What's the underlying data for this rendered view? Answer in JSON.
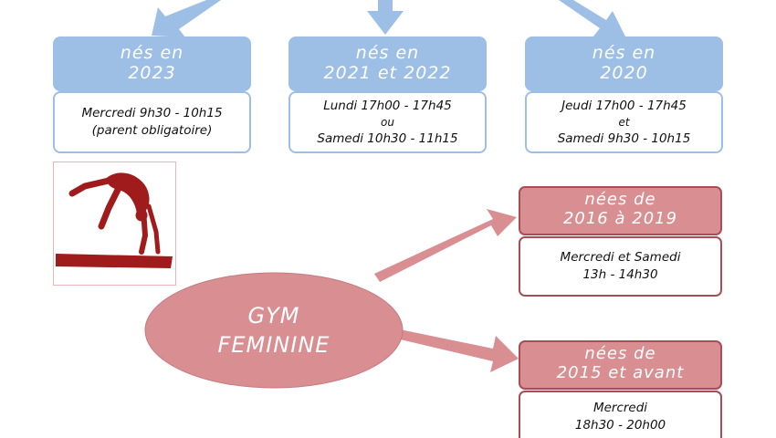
{
  "colors": {
    "blue": "#9dbfe6",
    "red_fill": "#d98e92",
    "red_border": "#a84d55",
    "gymnast": "#a01c1c"
  },
  "groups_blue": [
    {
      "head_line1": "nés en",
      "head_line2": "2023",
      "body_line1": "Mercredi 9h30 - 10h15",
      "body_line2": "(parent obligatoire)"
    },
    {
      "head_line1": "nés en",
      "head_line2": "2021 et 2022",
      "body_line1": "Lundi 17h00 - 17h45",
      "body_line2": "ou",
      "body_line3": "Samedi 10h30 - 11h15"
    },
    {
      "head_line1": "nés en",
      "head_line2": "2020",
      "body_line1": "Jeudi 17h00 - 17h45",
      "body_line2": "et",
      "body_line3": "Samedi 9h30 - 10h15"
    }
  ],
  "center": {
    "line1": "GYM",
    "line2": "FEMININE"
  },
  "groups_red": [
    {
      "head_line1": "nées de",
      "head_line2": "2016 à 2019",
      "body_line1": "Mercredi et Samedi",
      "body_line2": "13h - 14h30"
    },
    {
      "head_line1": "nées de",
      "head_line2": "2015 et avant",
      "body_line1": "Mercredi",
      "body_line2": "18h30 - 20h00"
    }
  ],
  "icons": {
    "gymnast": "gymnast-balance-beam-icon"
  }
}
